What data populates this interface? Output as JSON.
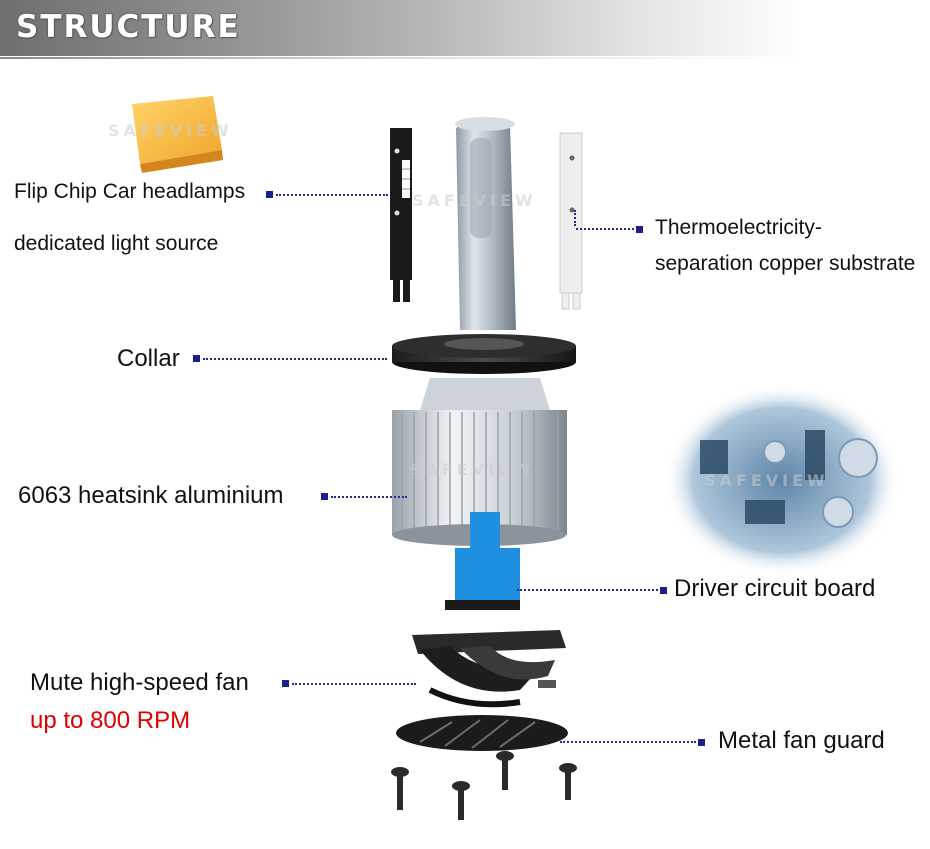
{
  "header": {
    "title": "STRUCTURE"
  },
  "labels": {
    "led_chip_1": "Flip Chip Car headlamps",
    "led_chip_2": "dedicated light source",
    "copper_1": "Thermoelectricity-",
    "copper_2": "separation copper substrate",
    "collar": "Collar",
    "heatsink": "6063 heatsink aluminium",
    "driver": "Driver circuit board",
    "fan": "Mute high-speed fan",
    "fan_rpm": "up to 800 RPM",
    "guard": "Metal fan guard"
  },
  "watermark": "SAFEVIEW",
  "colors": {
    "leader": "#2a2a8a",
    "marker": "#1d1d8c",
    "accent_red": "#e00000",
    "driver_board": "#1f8fe0",
    "chip_yellow": "#f5b53a"
  }
}
